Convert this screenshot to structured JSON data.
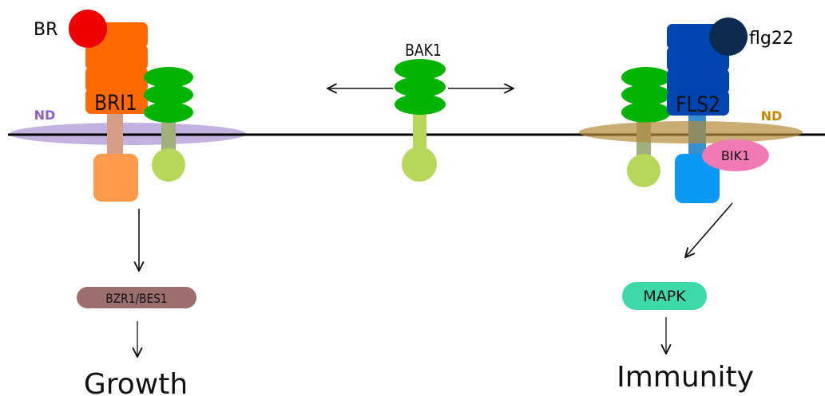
{
  "labels": {
    "br": "BR",
    "bri1": "BRI1",
    "bak1": "BAK1",
    "flg22": "flg22",
    "fls2": "FLS2",
    "nd_left": "ND",
    "nd_right": "ND",
    "bik1": "BIK1",
    "bzr1": "BZR1/BES1",
    "mapk": "MAPK",
    "growth": "Growth",
    "immunity": "Immunity"
  },
  "colors": {
    "membrane": "#000000",
    "br_ligand": "#ee0000",
    "bri1_receptor": "#ff6a00",
    "bri1_kinase": "#ff9a4a",
    "bak1_ectodomain": "#00b400",
    "bak1_kinase": "#b6d85a",
    "flg22_ligand": "#0d2b50",
    "fls2_receptor": "#0045b0",
    "fls2_kinase": "#0a9af5",
    "nd_left": "#b9a3d9",
    "nd_right": "#c7a35c",
    "nd_left_text": "#8e5fc8",
    "nd_right_text": "#c68a00",
    "bik1": "#f27ab4",
    "bzr1": "#9c6e6e",
    "mapk": "#3ed9a8"
  }
}
